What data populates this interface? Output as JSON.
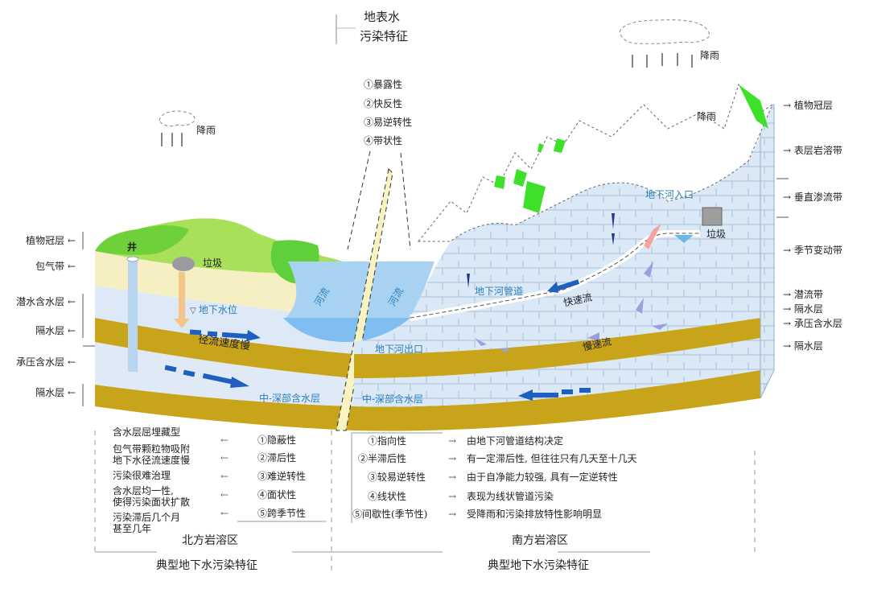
{
  "top": {
    "surface_water_title_line1": "地表水",
    "surface_water_title_line2": "污染特征",
    "surface_traits": [
      "①暴露性",
      "②快反性",
      "③易逆转性",
      "④带状性"
    ]
  },
  "rain": {
    "left_label": "降雨",
    "right_label": "降雨",
    "peak_label": "降雨"
  },
  "left_layers": [
    {
      "label": "植物冠层",
      "arrow": "←"
    },
    {
      "label": "包气带",
      "arrow": "←"
    },
    {
      "label": "潜水含水层",
      "arrow": "←"
    },
    {
      "label": "隔水层",
      "arrow": "←"
    },
    {
      "label": "承压含水层",
      "arrow": "←"
    },
    {
      "label": "隔水层",
      "arrow": "←"
    }
  ],
  "right_layers": [
    {
      "label": "植物冠层",
      "arrow": "→"
    },
    {
      "label": "表层岩溶带",
      "arrow": "→"
    },
    {
      "label": "垂直渗流带",
      "arrow": "→"
    },
    {
      "label": "季节变动带",
      "arrow": "→"
    },
    {
      "label": "潜流带",
      "arrow": "→"
    },
    {
      "label": "隔水层",
      "arrow": "→"
    },
    {
      "label": "承压含水层",
      "arrow": "→"
    },
    {
      "label": "隔水层",
      "arrow": "→"
    }
  ],
  "scene_labels": {
    "well": "井",
    "garbage_left": "垃圾",
    "groundwater_level": "地下水位",
    "runoff_slow": "径流速度慢",
    "river_left": "河流",
    "river_right": "河流",
    "aquifer_left": "中-深部含水层",
    "aquifer_right": "中-深部含水层",
    "underground_river_outlet": "地下河出口",
    "underground_river_channel": "地下河管道",
    "fast_flow": "快速流",
    "slow_flow": "慢速流",
    "underground_river_inlet": "地下河入口",
    "garbage_right": "垃圾"
  },
  "north": {
    "causes": [
      {
        "text": "含水层屈埋藏型",
        "arrow": "←",
        "trait": "①隐蔽性"
      },
      {
        "text": "包气带颗粒物吸附\n地下水径流速度慢",
        "arrow": "←",
        "trait": "②滞后性"
      },
      {
        "text": "污染很难治理",
        "arrow": "←",
        "trait": "③难逆转性"
      },
      {
        "text": "含水层均一性,\n使得污染面状扩散",
        "arrow": "←",
        "trait": "④面状性"
      },
      {
        "text": "污染滞后几个月\n甚至几年",
        "arrow": "←",
        "trait": "⑤跨季节性"
      }
    ],
    "region_label": "北方岩溶区",
    "footer_label": "典型地下水污染特征"
  },
  "south": {
    "traits": [
      {
        "trait": "①指向性",
        "arrow": "→",
        "desc": "由地下河管道结构决定"
      },
      {
        "trait": "②半滞后性",
        "arrow": "→",
        "desc": "有一定滞后性, 但往往只有几天至十几天"
      },
      {
        "trait": "③较易逆转性",
        "arrow": "→",
        "desc": "由于自净能力较强, 具有一定逆转性"
      },
      {
        "trait": "④线状性",
        "arrow": "→",
        "desc": "表现为线状管道污染"
      },
      {
        "trait": "⑤间歇性(季节性)",
        "arrow": "→",
        "desc": "受降雨和污染排放特性影响明显"
      }
    ],
    "region_label": "南方岩溶区",
    "footer_label": "典型地下水污染特征"
  },
  "colors": {
    "vegetation_dark": "#6fd13a",
    "vegetation_light": "#a8e05a",
    "vadose_zone": "#f7efc2",
    "aquifer_light": "#dbe9f7",
    "aquitard": "#c8a41a",
    "river": "#a8d2f2",
    "river_deep": "#7fbef0",
    "flow_arrow": "#1f5fbf",
    "karst_green": "#3ee02a",
    "label_blue": "#2a7fb8"
  }
}
